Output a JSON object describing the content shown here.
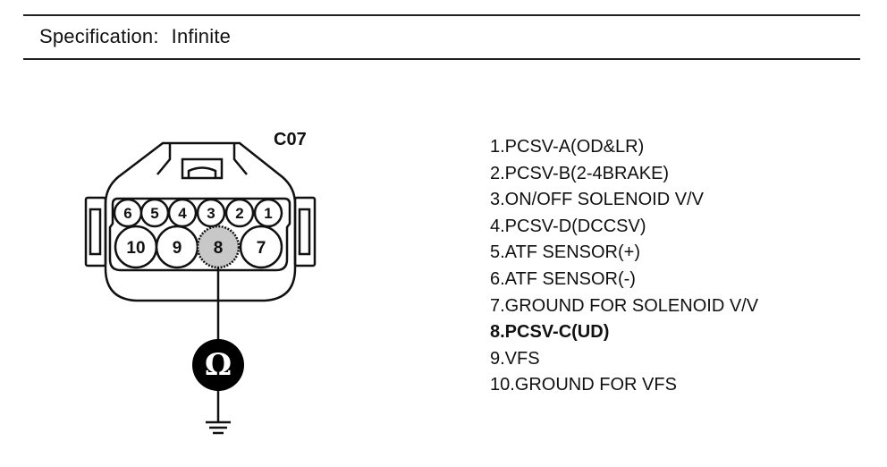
{
  "spec": {
    "label": "Specification:",
    "value": "Infinite"
  },
  "connector": {
    "name": "C07",
    "pins_top": [
      "6",
      "5",
      "4",
      "3",
      "2",
      "1"
    ],
    "pins_bottom": [
      "10",
      "9",
      "8",
      "7"
    ],
    "measured_pin": "8"
  },
  "meter": {
    "symbol": "Ω",
    "icon": "ohmmeter-icon",
    "ground_icon": "ground-icon"
  },
  "pins": [
    "1.PCSV-A(OD&LR)",
    "2.PCSV-B(2-4BRAKE)",
    "3.ON/OFF SOLENOID V/V",
    "4.PCSV-D(DCCSV)",
    "5.ATF SENSOR(+)",
    "6.ATF SENSOR(-)",
    "7.GROUND FOR SOLENOID V/V",
    "8.PCSV-C(UD)",
    "9.VFS",
    "10.GROUND FOR VFS"
  ],
  "colors": {
    "line": "#111111",
    "highlight_pin": "#c8c8c8",
    "meter_fill": "#000000"
  }
}
